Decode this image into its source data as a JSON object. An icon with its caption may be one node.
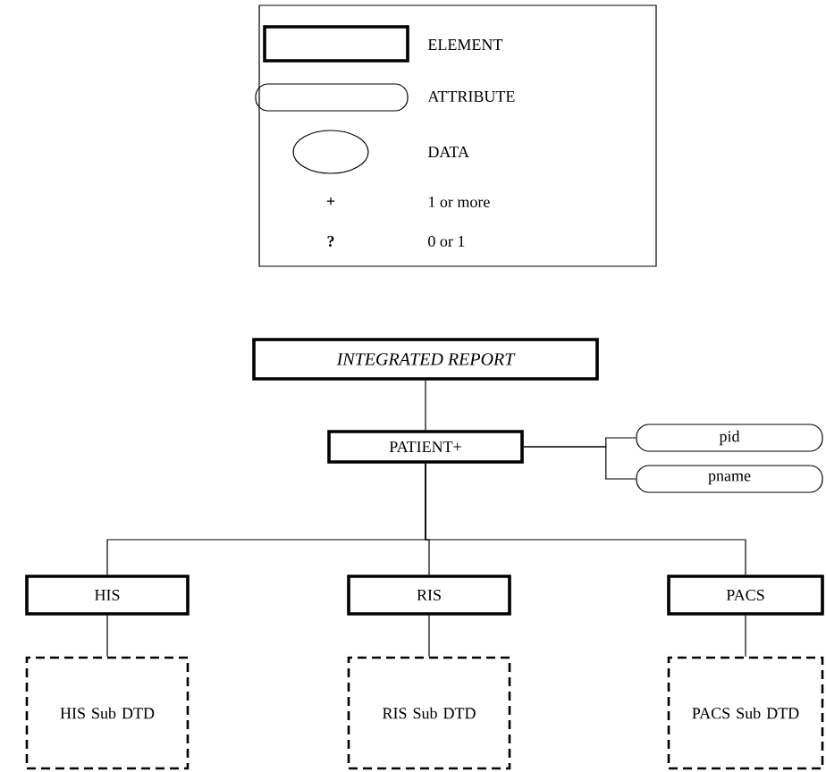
{
  "diagram": {
    "nodes": [
      {
        "text": [
          "INTEGRATED REPORT"
        ]
      },
      {
        "text": [
          "PATIENT+"
        ]
      },
      {
        "text": [
          "pid"
        ]
      },
      {
        "text": [
          "pname"
        ]
      },
      {
        "text": [
          "HIS"
        ]
      },
      {
        "text": [
          "RIS"
        ]
      },
      {
        "text": [
          "PACS"
        ]
      },
      {
        "text": [
          "HIS Sub DTD"
        ]
      },
      {
        "text": [
          "RIS Sub DTD"
        ]
      },
      {
        "text": [
          "PACS Sub DTD"
        ]
      }
    ],
    "edges": [
      {
        "from": 0,
        "to": 1,
        "arrow": "none"
      },
      {
        "from": 1,
        "to": 2,
        "arrow": "none"
      },
      {
        "from": 1,
        "to": 3,
        "arrow": "none"
      },
      {
        "from": 1,
        "to": 4,
        "arrow": "none"
      },
      {
        "from": 1,
        "to": 5,
        "arrow": "none"
      },
      {
        "from": 1,
        "to": 6,
        "arrow": "none"
      },
      {
        "from": 4,
        "to": 7,
        "arrow": "none"
      },
      {
        "from": 5,
        "to": 8,
        "arrow": "none"
      },
      {
        "from": 6,
        "to": 9,
        "arrow": "none"
      }
    ],
    "labels": [
      "+",
      "?"
    ],
    "legend": [
      {
        "text": "ELEMENT"
      },
      {
        "text": "ATTRIBUTE"
      },
      {
        "text": "DATA"
      },
      {
        "text": "1 or more"
      },
      {
        "text": "0 or 1"
      }
    ]
  }
}
